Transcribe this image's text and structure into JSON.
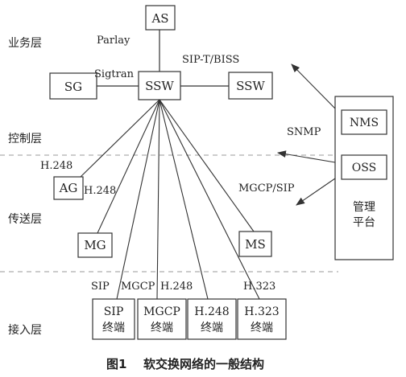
{
  "layers": {
    "service": "业务层",
    "control": "控制层",
    "transport": "传送层",
    "access": "接入层"
  },
  "nodes": {
    "as": "AS",
    "sg": "SG",
    "ssw_main": "SSW",
    "ssw_peer": "SSW",
    "ag": "AG",
    "mg": "MG",
    "ms": "MS",
    "nms": "NMS",
    "oss": "OSS",
    "mgmt_platform": [
      "管理",
      "平台"
    ],
    "terminals": [
      [
        "SIP",
        "终端"
      ],
      [
        "MGCP",
        "终端"
      ],
      [
        "H.248",
        "终端"
      ],
      [
        "H.323",
        "终端"
      ]
    ]
  },
  "protocols": {
    "parlay": "Parlay",
    "sigtran": "Sigtran",
    "sip_t_biss": "SIP-T/BISS",
    "snmp": "SNMP",
    "h248_ag_top": "H.248",
    "h248_ag_right": "H.248",
    "mgcp_sip": "MGCP/SIP",
    "term_sip": "SIP",
    "term_mgcp": "MGCP",
    "term_h248": "H.248",
    "term_h323": "H.323"
  },
  "caption": {
    "figure": "图1",
    "title": "软交换网络的一般结构"
  }
}
